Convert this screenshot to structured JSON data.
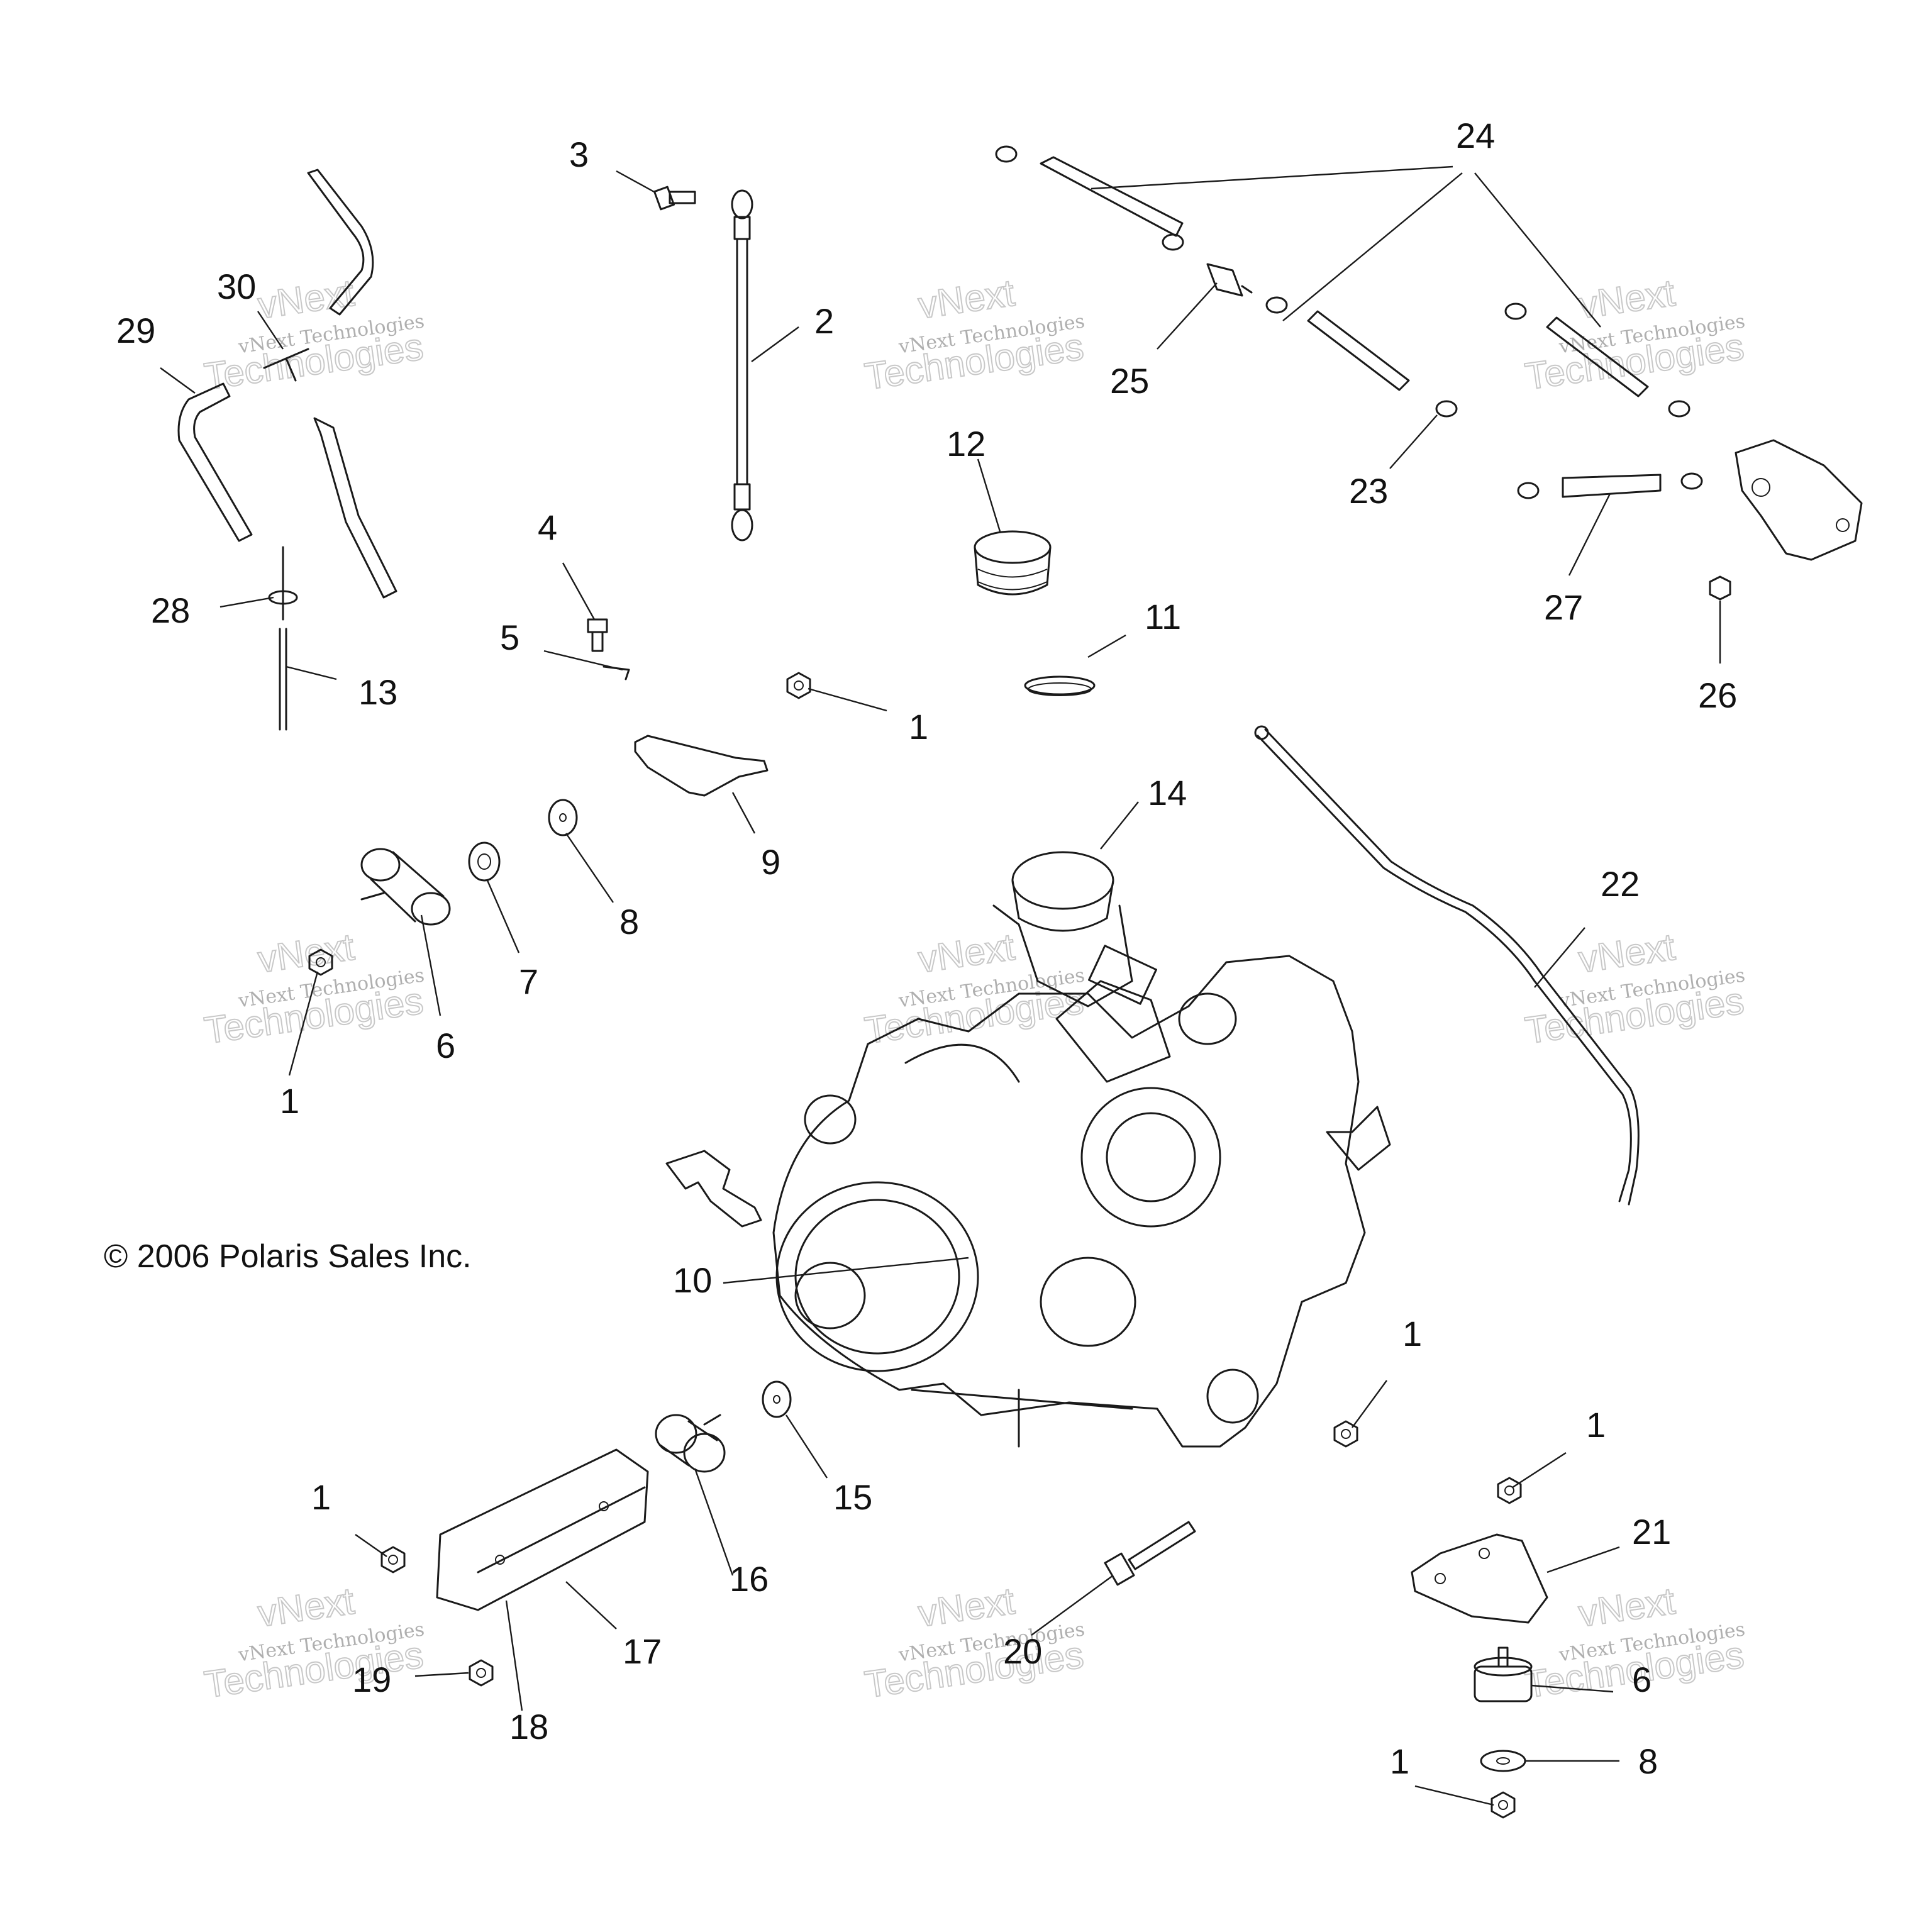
{
  "copyright": "© 2006 Polaris Sales Inc.",
  "watermark": {
    "line1": "vNext Technologies",
    "line2": "Technologies",
    "top": "vNext"
  },
  "callouts": [
    "1",
    "1",
    "1",
    "1",
    "1",
    "1",
    "1",
    "2",
    "3",
    "4",
    "5",
    "6",
    "6",
    "7",
    "8",
    "8",
    "9",
    "10",
    "11",
    "12",
    "13",
    "14",
    "15",
    "16",
    "17",
    "18",
    "19",
    "20",
    "21",
    "22",
    "23",
    "24",
    "25",
    "26",
    "27",
    "28",
    "29",
    "30"
  ]
}
